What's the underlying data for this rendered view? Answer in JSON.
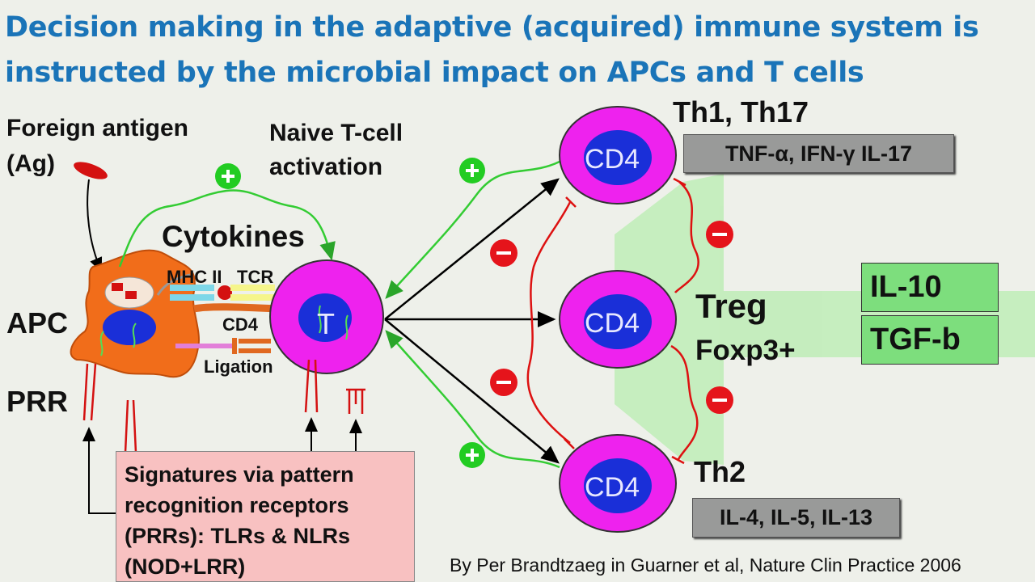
{
  "title": {
    "line1": "Decision making in the adaptive (acquired) immune system is",
    "line2": "instructed by the microbial impact on APCs and T cells"
  },
  "labels": {
    "foreign_antigen": "Foreign antigen",
    "ag": "(Ag)",
    "naive_t1": "Naive T-cell",
    "naive_t2": "activation",
    "cytokines": "Cytokines",
    "mhc": "MHC II",
    "tcr": "TCR",
    "cd4_left": "CD4",
    "ligation": "Ligation",
    "apc": "APC",
    "prr": "PRR",
    "t_cell": "T",
    "cd4": "CD4",
    "th1": "Th1, Th17",
    "treg": "Treg",
    "foxp3": "Foxp3+",
    "th2": "Th2"
  },
  "cytokine_boxes": {
    "th1": "TNF-α, IFN-γ IL-17",
    "th2": "IL-4, IL-5, IL-13",
    "il10": "IL-10",
    "tgfb": "TGF-b"
  },
  "signatures_box": {
    "line1": "Signatures via pattern",
    "line2": "recognition receptors",
    "line3": "(PRRs): TLRs & NLRs",
    "line4": "(NOD+LRR)"
  },
  "credit": "By Per Brandtzaeg in Guarner et al, Nature Clin Practice 2006",
  "signs": {
    "plus": "+",
    "minus": "−"
  },
  "colors": {
    "title": "#1a74b8",
    "cell_ring": "#ee22ee",
    "nucleus": "#1a2fd8",
    "apc": "#f16d1a",
    "green_signal": "#33cc33",
    "red_signal": "#dd1111"
  }
}
